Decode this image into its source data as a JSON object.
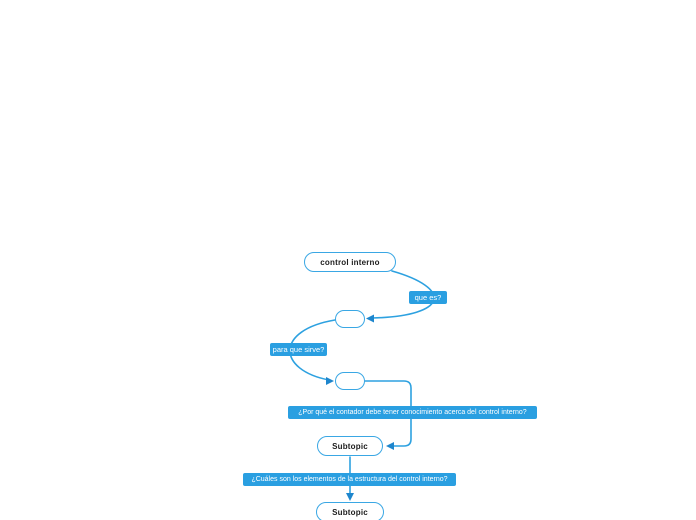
{
  "colors": {
    "background": "#ffffff",
    "line": "#2da1e0",
    "arrow": "#1e86cd",
    "node_border": "#3aa7e4",
    "node_fill": "#ffffff",
    "node_text": "#1c1c1c",
    "label_bg": "#2a9fe1",
    "label_text": "#ffffff"
  },
  "mindmap": {
    "root": {
      "label": "control interno"
    },
    "branches": [
      {
        "label": "que es?"
      },
      {
        "label": "para que sirve?"
      },
      {
        "label": "¿Por qué el contador debe tener conocimiento acerca del control interno?"
      },
      {
        "label": "¿Cuáles son los elementos de la estructura del control interno?"
      }
    ],
    "nodes": {
      "empty_1": {
        "label": ""
      },
      "empty_2": {
        "label": ""
      },
      "subtopic_1": {
        "label": "Subtopic"
      },
      "subtopic_2": {
        "label": "Subtopic"
      }
    }
  }
}
